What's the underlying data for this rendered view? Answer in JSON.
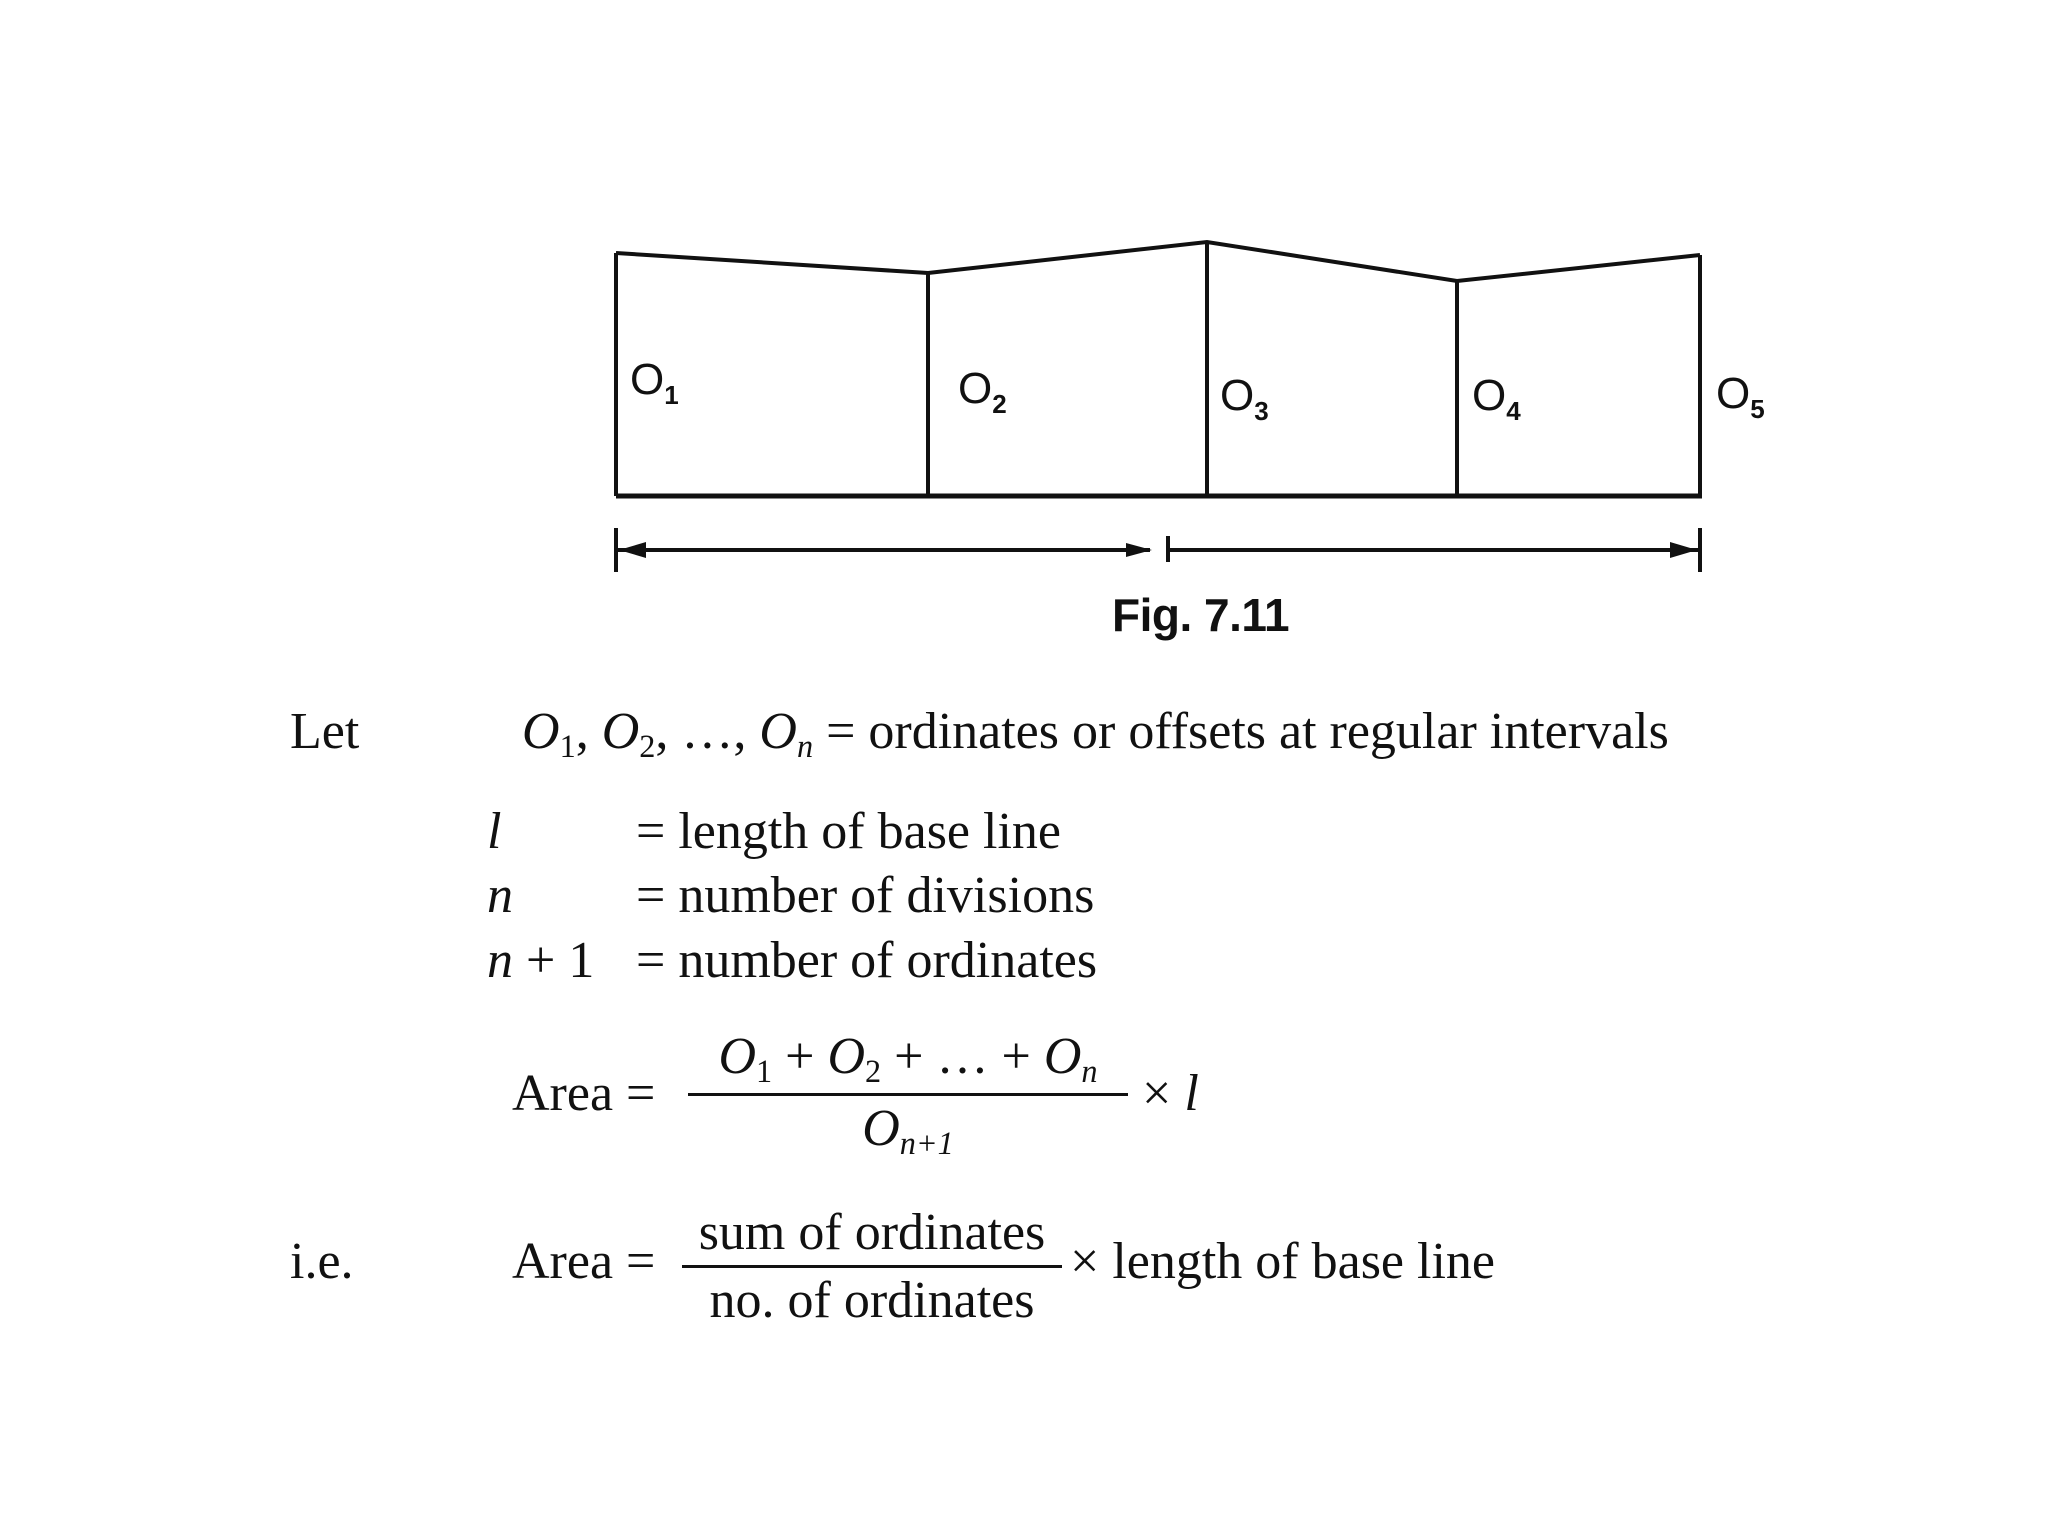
{
  "figure": {
    "caption": "Fig. 7.11",
    "ordinates": [
      {
        "letter": "O",
        "index": "1"
      },
      {
        "letter": "O",
        "index": "2"
      },
      {
        "letter": "O",
        "index": "3"
      },
      {
        "letter": "O",
        "index": "4"
      },
      {
        "letter": "O",
        "index": "5"
      }
    ]
  },
  "definitions": {
    "let_word": "Let",
    "ordinates_lhs": {
      "o": "O",
      "s1": "1",
      "s2": "2",
      "sep1": ", ",
      "sep2": ", …, ",
      "sn": "n"
    },
    "ordinates_rhs": "= ordinates or offsets at regular intervals",
    "l_symbol": "l",
    "l_rhs": "= length of base line",
    "n_symbol": "n",
    "n_rhs": "= number of divisions",
    "n1_symbol_n": "n",
    "n1_symbol_rest": " + 1",
    "n1_rhs": "= number of ordinates"
  },
  "formula1": {
    "lhs": "Area =",
    "num": {
      "o": "O",
      "s1": "1",
      "plus1": " + ",
      "s2": "2",
      "plus2": " + … + ",
      "sn": "n"
    },
    "den": {
      "o": "O",
      "sub": "n+1"
    },
    "times": "×",
    "l": "l"
  },
  "formula2": {
    "ie": "i.e.",
    "lhs": "Area =",
    "num": "sum of ordinates",
    "den": "no. of ordinates",
    "rhs": "× length of base line"
  }
}
